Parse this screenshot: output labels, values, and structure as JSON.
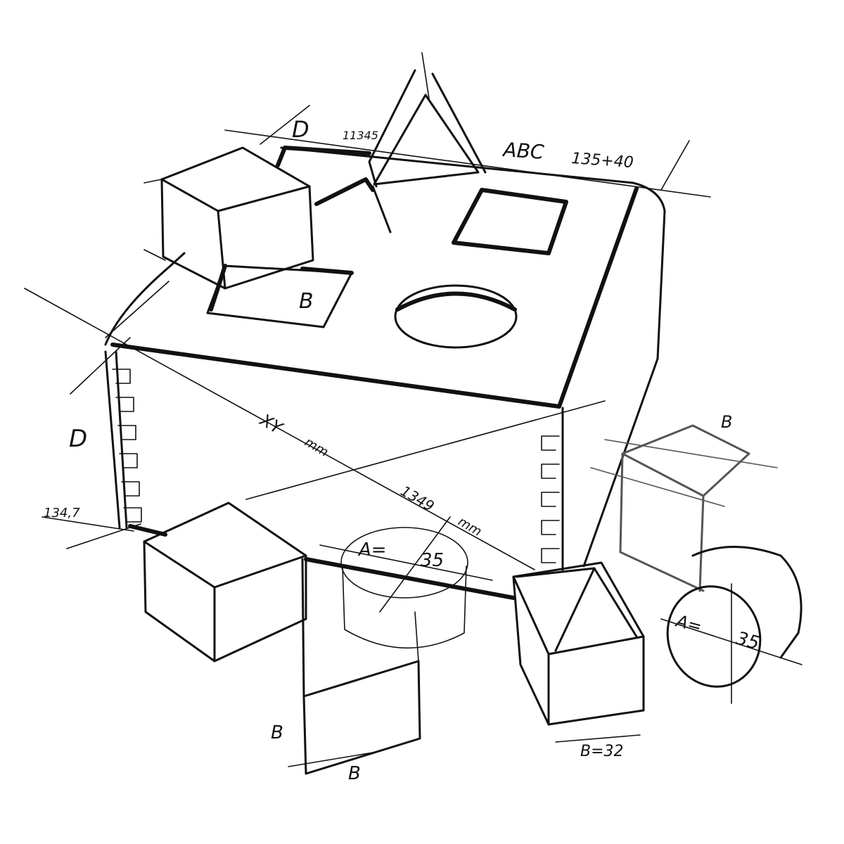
{
  "labels": {
    "top_d": "D",
    "top_d_value": "11345",
    "top_abc": "ABC",
    "top_abc_value": "135+40",
    "hole_b": "B",
    "side_d": "D",
    "side_dim": "134,7",
    "diag_xy": "XY",
    "diag_xy_unit": "mm",
    "diag_1349": "1349",
    "diag_1349_unit": "mm",
    "cyl1_a": "A=",
    "cyl1_value": "35",
    "cyl2_a": "A=",
    "cyl2_value": "35",
    "cube_right_b": "B",
    "prism_b": "B=32",
    "block_b_side": "B",
    "block_b_bottom": "B"
  },
  "colors": {
    "ink": "#111111",
    "paper": "#ffffff"
  }
}
